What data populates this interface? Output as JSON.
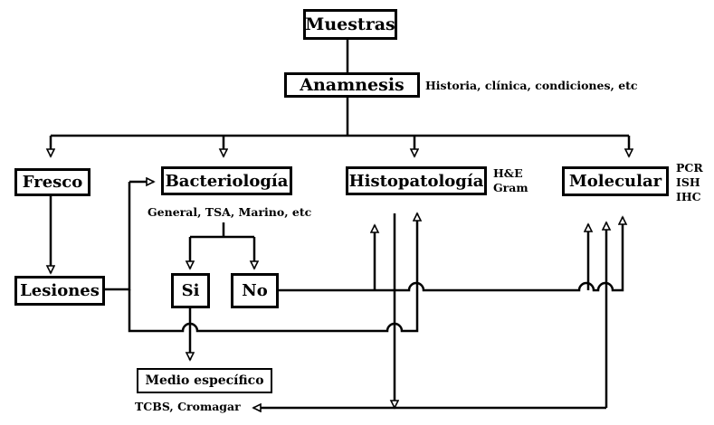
{
  "boxes": {
    "muestras": "Muestras",
    "anamnesis": "Anamnesis",
    "fresco": "Fresco",
    "bacteriologia": "Bacteriología",
    "histopatologia": "Histopatología",
    "molecular": "Molecular",
    "lesiones": "Lesiones",
    "si": "Si",
    "no": "No",
    "medio_especifico": "Medio específico"
  },
  "notes": {
    "anamnesis": "Historia, clínica, condiciones, etc",
    "bacteriologia": "General, TSA, Marino, etc",
    "histopatologia": [
      "H&E",
      "Gram"
    ],
    "molecular": [
      "PCR",
      "ISH",
      "IHC"
    ],
    "medio": "TCBS, Cromagar"
  }
}
